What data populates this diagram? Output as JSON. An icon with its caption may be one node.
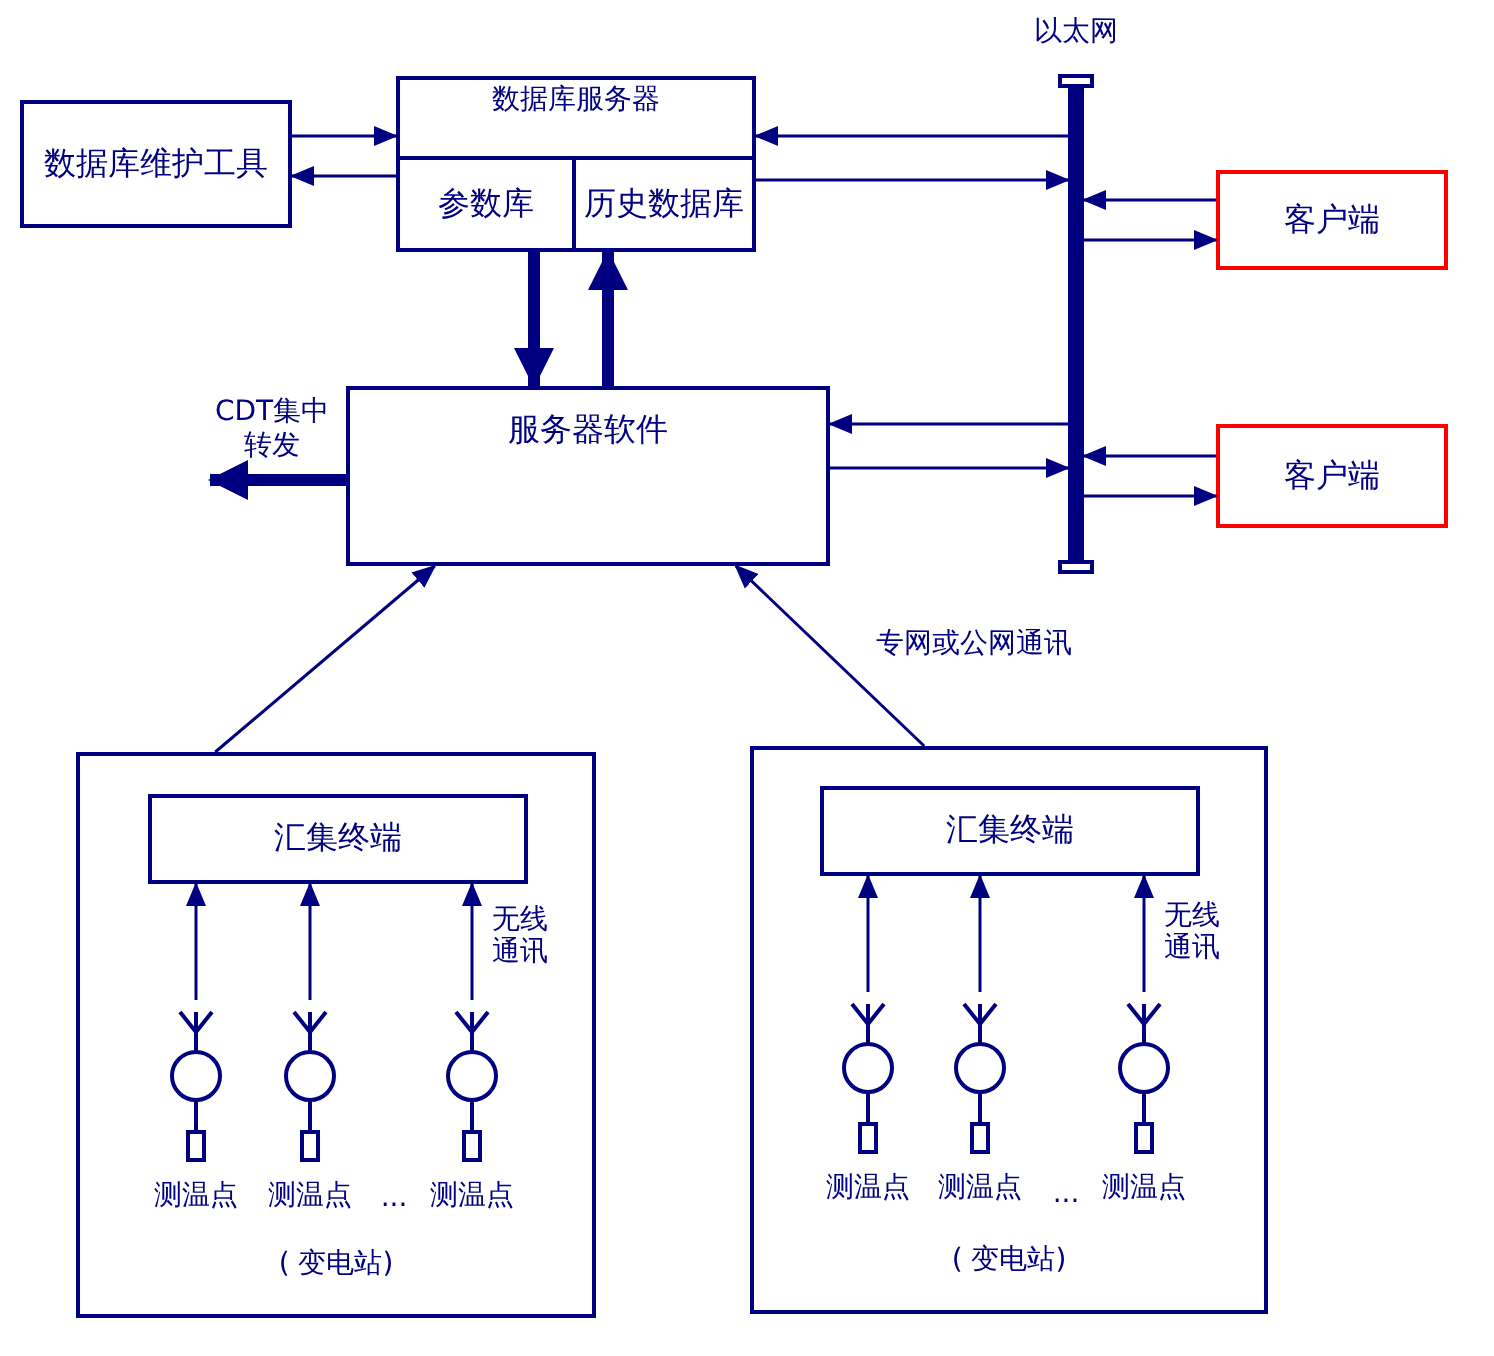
{
  "diagram": {
    "nodes": [
      {
        "text": [
          "数据库维护工具"
        ]
      },
      {
        "text": [
          "数据库服务器"
        ]
      },
      {
        "text": [
          "参数库"
        ],
        "in": 1
      },
      {
        "text": [
          "历史数据库"
        ],
        "in": 1
      },
      {
        "text": [
          "服务器软件"
        ]
      },
      {
        "text": [
          "以太网"
        ]
      },
      {
        "text": [
          "客户端"
        ]
      },
      {
        "text": [
          "客户端"
        ]
      },
      {
        "text": [
          "( 变电站)"
        ]
      },
      {
        "text": [
          "汇集终端"
        ],
        "in": 8
      },
      {
        "text": [
          "测温点"
        ],
        "in": 8
      },
      {
        "text": [
          "测温点"
        ],
        "in": 8
      },
      {
        "text": [
          "测温点"
        ],
        "in": 8
      },
      {
        "text": [
          "( 变电站)"
        ]
      },
      {
        "text": [
          "汇集终端"
        ],
        "in": 13
      },
      {
        "text": [
          "测温点"
        ],
        "in": 13
      },
      {
        "text": [
          "测温点"
        ],
        "in": 13
      },
      {
        "text": [
          "测温点"
        ],
        "in": 13
      },
      {
        "text": [
          "CDT集中转发"
        ]
      }
    ],
    "edges": [
      {
        "from": 0,
        "to": 1,
        "arrow": "to"
      },
      {
        "from": 1,
        "to": 0,
        "arrow": "to"
      },
      {
        "from": 2,
        "to": 4,
        "arrow": "to",
        "style": "thick"
      },
      {
        "from": 4,
        "to": 3,
        "arrow": "to",
        "style": "thick"
      },
      {
        "from": 5,
        "to": 1,
        "arrow": "to"
      },
      {
        "from": 1,
        "to": 5,
        "arrow": "to"
      },
      {
        "from": 6,
        "to": 5,
        "arrow": "to"
      },
      {
        "from": 5,
        "to": 6,
        "arrow": "to"
      },
      {
        "from": 5,
        "to": 4,
        "arrow": "to"
      },
      {
        "from": 4,
        "to": 5,
        "arrow": "to"
      },
      {
        "from": 7,
        "to": 5,
        "arrow": "to"
      },
      {
        "from": 5,
        "to": 7,
        "arrow": "to"
      },
      {
        "from": 4,
        "to": 18,
        "arrow": "to",
        "style": "thick"
      },
      {
        "from": 8,
        "to": 4,
        "arrow": "to"
      },
      {
        "from": 13,
        "to": 4,
        "arrow": "to",
        "label": "专网或公网通讯"
      },
      {
        "from": 10,
        "to": 9,
        "arrow": "to"
      },
      {
        "from": 11,
        "to": 9,
        "arrow": "to"
      },
      {
        "from": 12,
        "to": 9,
        "arrow": "to",
        "label": "无线通讯"
      },
      {
        "from": 15,
        "to": 14,
        "arrow": "to"
      },
      {
        "from": 16,
        "to": 14,
        "arrow": "to"
      },
      {
        "from": 17,
        "to": 14,
        "arrow": "to",
        "label": "无线通讯"
      }
    ],
    "labels": [
      "...",
      "..."
    ]
  }
}
